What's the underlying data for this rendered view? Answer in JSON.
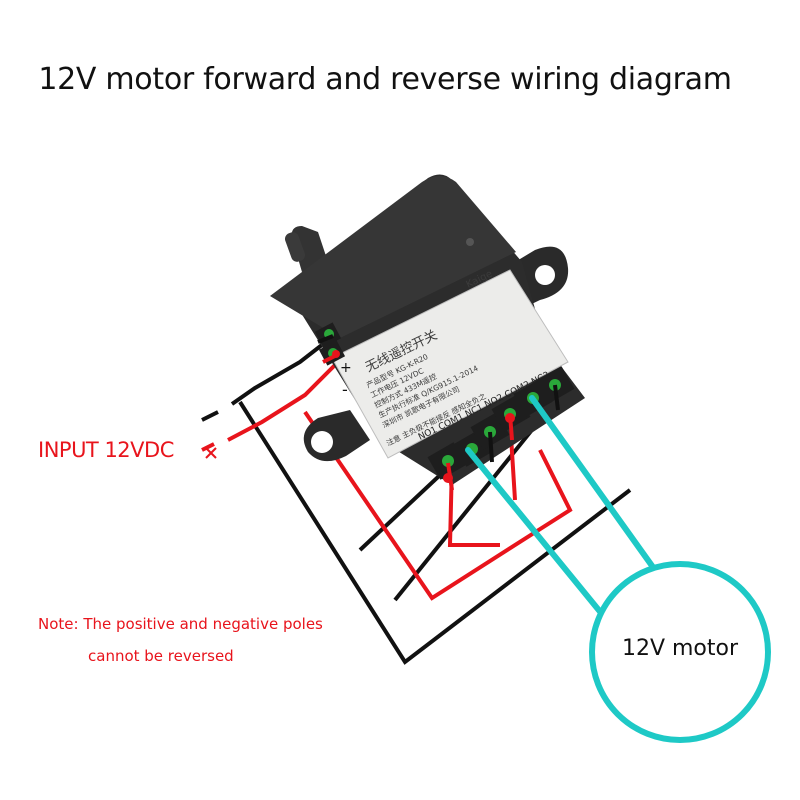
{
  "title": "12V motor forward and reverse wiring diagram",
  "input_label": "INPUT 12VDC",
  "note": {
    "line1": "Note: The positive and negative poles",
    "line2": "cannot be reversed"
  },
  "motor_label": "12V motor",
  "module": {
    "header": "无线遥控开关",
    "brand": "Kaige",
    "plus_sign": "+",
    "minus_sign": "-",
    "spec_lines": [
      "产品型号 KG-K-R20",
      "工作电压 12VDC",
      "控制方式 433M遥控",
      "生产执行标准 Q/KG915.1-2014",
      "深圳市 凯歌电子有限公司",
      "注意 主负极不能接反 感知全负之"
    ],
    "terminal_labels": "NO1 COM1 NC1 NO2 COM2 NC2"
  },
  "colors": {
    "positive_wire": "#e8141c",
    "negative_wire": "#111111",
    "motor_wire": "#1ec9c6",
    "module_body": "#2c2c2c",
    "label_panel": "#ececea",
    "terminal": "#1e1e1e",
    "screw_green": "#2aa83a"
  }
}
